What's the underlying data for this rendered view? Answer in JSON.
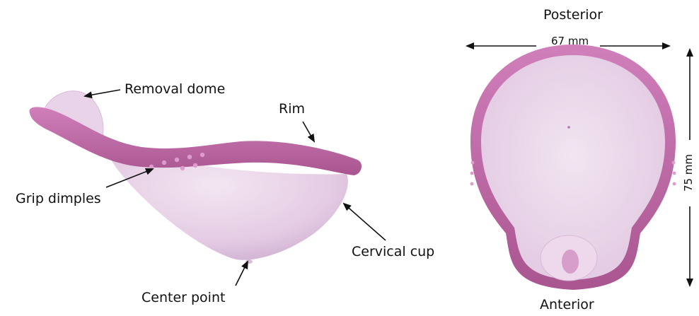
{
  "colors": {
    "rim": "#b8609f",
    "rim_light": "#d78bc4",
    "cup": "#e7cfe6",
    "cup_light": "#f1e2f0",
    "cup_shadow": "#cdaed0",
    "arrow": "#111111",
    "background": "#ffffff"
  },
  "side_view": {
    "labels": {
      "removal_dome": "Removal dome",
      "rim": "Rim",
      "grip_dimples": "Grip dimples",
      "cervical_cup": "Cervical cup",
      "center_point": "Center point"
    }
  },
  "top_view": {
    "labels": {
      "posterior": "Posterior",
      "anterior": "Anterior"
    },
    "dimensions": {
      "width": "67 mm",
      "height": "75 mm"
    }
  }
}
